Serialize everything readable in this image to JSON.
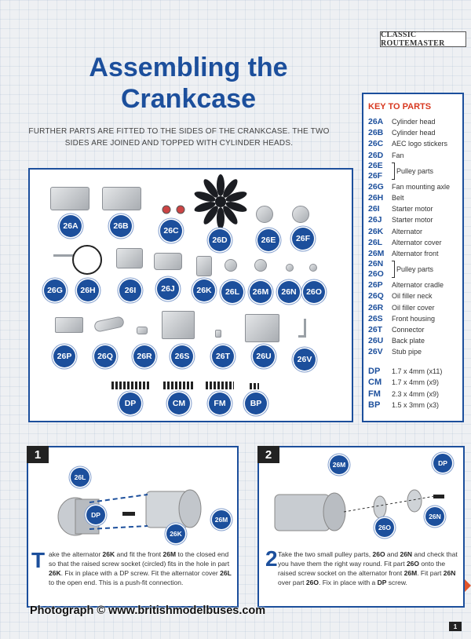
{
  "badge": "CLASSIC ROUTEMASTER",
  "title": {
    "line1": "Assembling the",
    "line2": "Crankcase"
  },
  "intro": "FURTHER PARTS ARE FITTED TO THE SIDES OF THE CRANKCASE. THE TWO SIDES ARE JOINED AND TOPPED WITH CYLINDER HEADS.",
  "key": {
    "heading": "KEY TO PARTS",
    "row_26A": {
      "code": "26A",
      "desc": "Cylinder head"
    },
    "row_26B": {
      "code": "26B",
      "desc": "Cylinder head"
    },
    "row_26C": {
      "code": "26C",
      "desc": "AEC logo stickers"
    },
    "row_26D": {
      "code": "26D",
      "desc": "Fan"
    },
    "group_EF": {
      "code1": "26E",
      "code2": "26F",
      "desc": "Pulley parts"
    },
    "row_26G": {
      "code": "26G",
      "desc": "Fan mounting axle"
    },
    "row_26H": {
      "code": "26H",
      "desc": "Belt"
    },
    "row_26I": {
      "code": "26I",
      "desc": "Starter motor"
    },
    "row_26J": {
      "code": "26J",
      "desc": "Starter motor"
    },
    "row_26K": {
      "code": "26K",
      "desc": "Alternator"
    },
    "row_26L": {
      "code": "26L",
      "desc": "Alternator cover"
    },
    "row_26M": {
      "code": "26M",
      "desc": "Alternator front"
    },
    "group_NO": {
      "code1": "26N",
      "code2": "26O",
      "desc": "Pulley parts"
    },
    "row_26P": {
      "code": "26P",
      "desc": "Alternator cradle"
    },
    "row_26Q": {
      "code": "26Q",
      "desc": "Oil filler neck"
    },
    "row_26R": {
      "code": "26R",
      "desc": "Oil filler cover"
    },
    "row_26S": {
      "code": "26S",
      "desc": "Front housing"
    },
    "row_26T": {
      "code": "26T",
      "desc": "Connector"
    },
    "row_26U": {
      "code": "26U",
      "desc": "Back plate"
    },
    "row_26V": {
      "code": "26V",
      "desc": "Stub pipe"
    },
    "screw_DP": {
      "code": "DP",
      "desc": "1.7 x 4mm (x11)"
    },
    "screw_CM": {
      "code": "CM",
      "desc": "1.7 x 4mm (x9)"
    },
    "screw_FM": {
      "code": "FM",
      "desc": "2.3 x 4mm (x9)"
    },
    "screw_BP": {
      "code": "BP",
      "desc": "1.5 x 3mm (x3)"
    }
  },
  "parts_labels": {
    "p26A": "26A",
    "p26B": "26B",
    "p26C": "26C",
    "p26D": "26D",
    "p26E": "26E",
    "p26F": "26F",
    "p26G": "26G",
    "p26H": "26H",
    "p26I": "26I",
    "p26J": "26J",
    "p26K": "26K",
    "p26L": "26L",
    "p26M": "26M",
    "p26N": "26N",
    "p26O": "26O",
    "p26P": "26P",
    "p26Q": "26Q",
    "p26R": "26R",
    "p26S": "26S",
    "p26T": "26T",
    "p26U": "26U",
    "p26V": "26V",
    "pDP": "DP",
    "pCM": "CM",
    "pFM": "FM",
    "pBP": "BP"
  },
  "step1": {
    "number": "1",
    "callout_26L": "26L",
    "callout_DP": "DP",
    "callout_26K": "26K",
    "callout_26M": "26M",
    "initial": "T",
    "t1": "ake the alternator ",
    "b1": "26K",
    "t2": " and fit the front ",
    "b2": "26M",
    "t3": " to the closed end so that the raised screw socket (circled) fits in the hole in part ",
    "b3": "26K",
    "t4": ". Fix in place with a DP screw. Fit the alternator cover ",
    "b4": "26L",
    "t5": " to the open end. This is a push-fit connection."
  },
  "step2": {
    "number": "2",
    "callout_26M": "26M",
    "callout_DP": "DP",
    "callout_26O": "26O",
    "callout_26N": "26N",
    "initial": "T",
    "t1": "ake the two small pulley parts, ",
    "b1": "26O",
    "t2": " and ",
    "b2": "26N",
    "t3": " and check that you have them the right way round. Fit part ",
    "b3": "26O",
    "t4": " onto the raised screw socket on the alternator front ",
    "b4": "26M",
    "t5": ". Fit part ",
    "b5": "26N",
    "t6": " over part ",
    "b6": "26O",
    "t7": ". Fix in place with a ",
    "b7": "DP",
    "t8": " screw."
  },
  "credit": "Photograph © www.britishmodelbuses.com",
  "page_number": "1",
  "colors": {
    "accent": "#1c4f9c",
    "heading_red": "#d8381f"
  }
}
